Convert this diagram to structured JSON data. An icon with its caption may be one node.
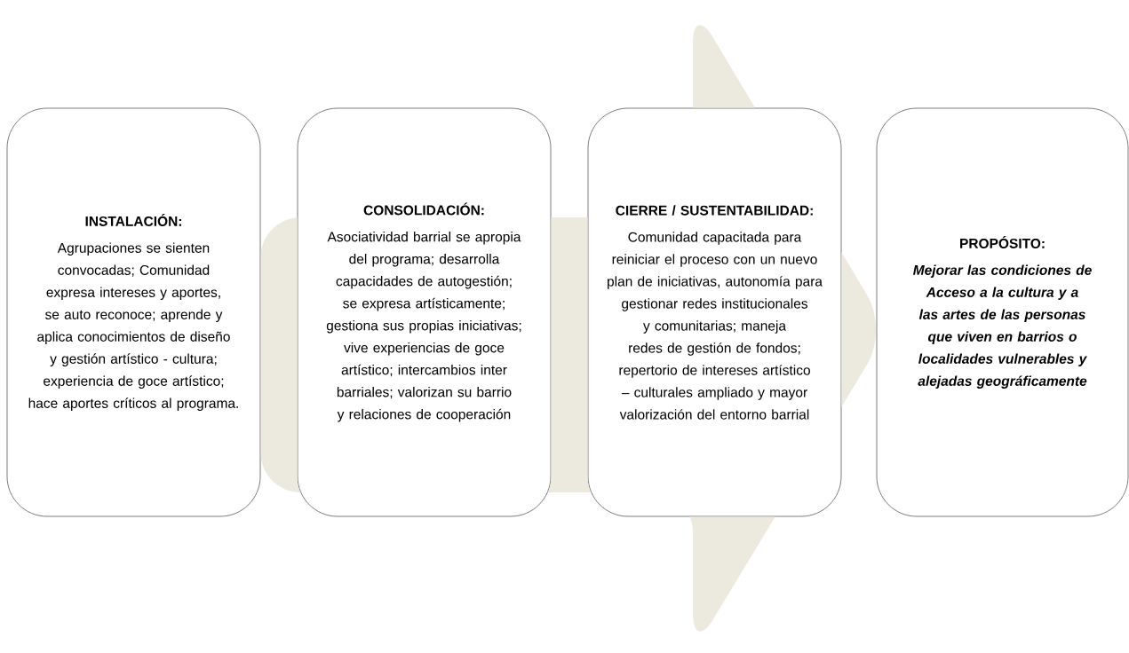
{
  "diagram": {
    "nodes": [
      {
        "text": [
          "INSTALACIÓN:",
          "Agrupaciones se sienten convocadas; Comunidad expresa intereses y aportes, se auto reconoce; aprende y aplica conocimientos de diseño y gestión artístico - cultura; experiencia de goce artístico; hace aportes críticos al programa."
        ]
      },
      {
        "text": [
          "CONSOLIDACIÓN:",
          "Asociatividad barrial se apropia del programa; desarrolla capacidades de autogestión; se expresa artísticamente; gestiona sus propias iniciativas; vive experiencias de goce artístico; intercambios inter barriales; valorizan su barrio y relaciones de cooperación"
        ]
      },
      {
        "text": [
          "CIERRE / SUSTENTABILIDAD:",
          "Comunidad capacitada para reiniciar el proceso con un nuevo plan de iniciativas, autonomía para gestionar redes institucionales y comunitarias; maneja redes de gestión de fondos; repertorio de intereses artístico – culturales ampliado y mayor valorización del entorno barrial"
        ]
      },
      {
        "text": [
          "PROPÓSITO:",
          "Mejorar las condiciones de Acceso a la cultura y a las artes de las personas que viven en barrios o localidades vulnerables y alejadas geográficamente"
        ]
      }
    ],
    "edges": [
      {
        "from": 0,
        "to": 3,
        "arrow": "to"
      }
    ]
  }
}
